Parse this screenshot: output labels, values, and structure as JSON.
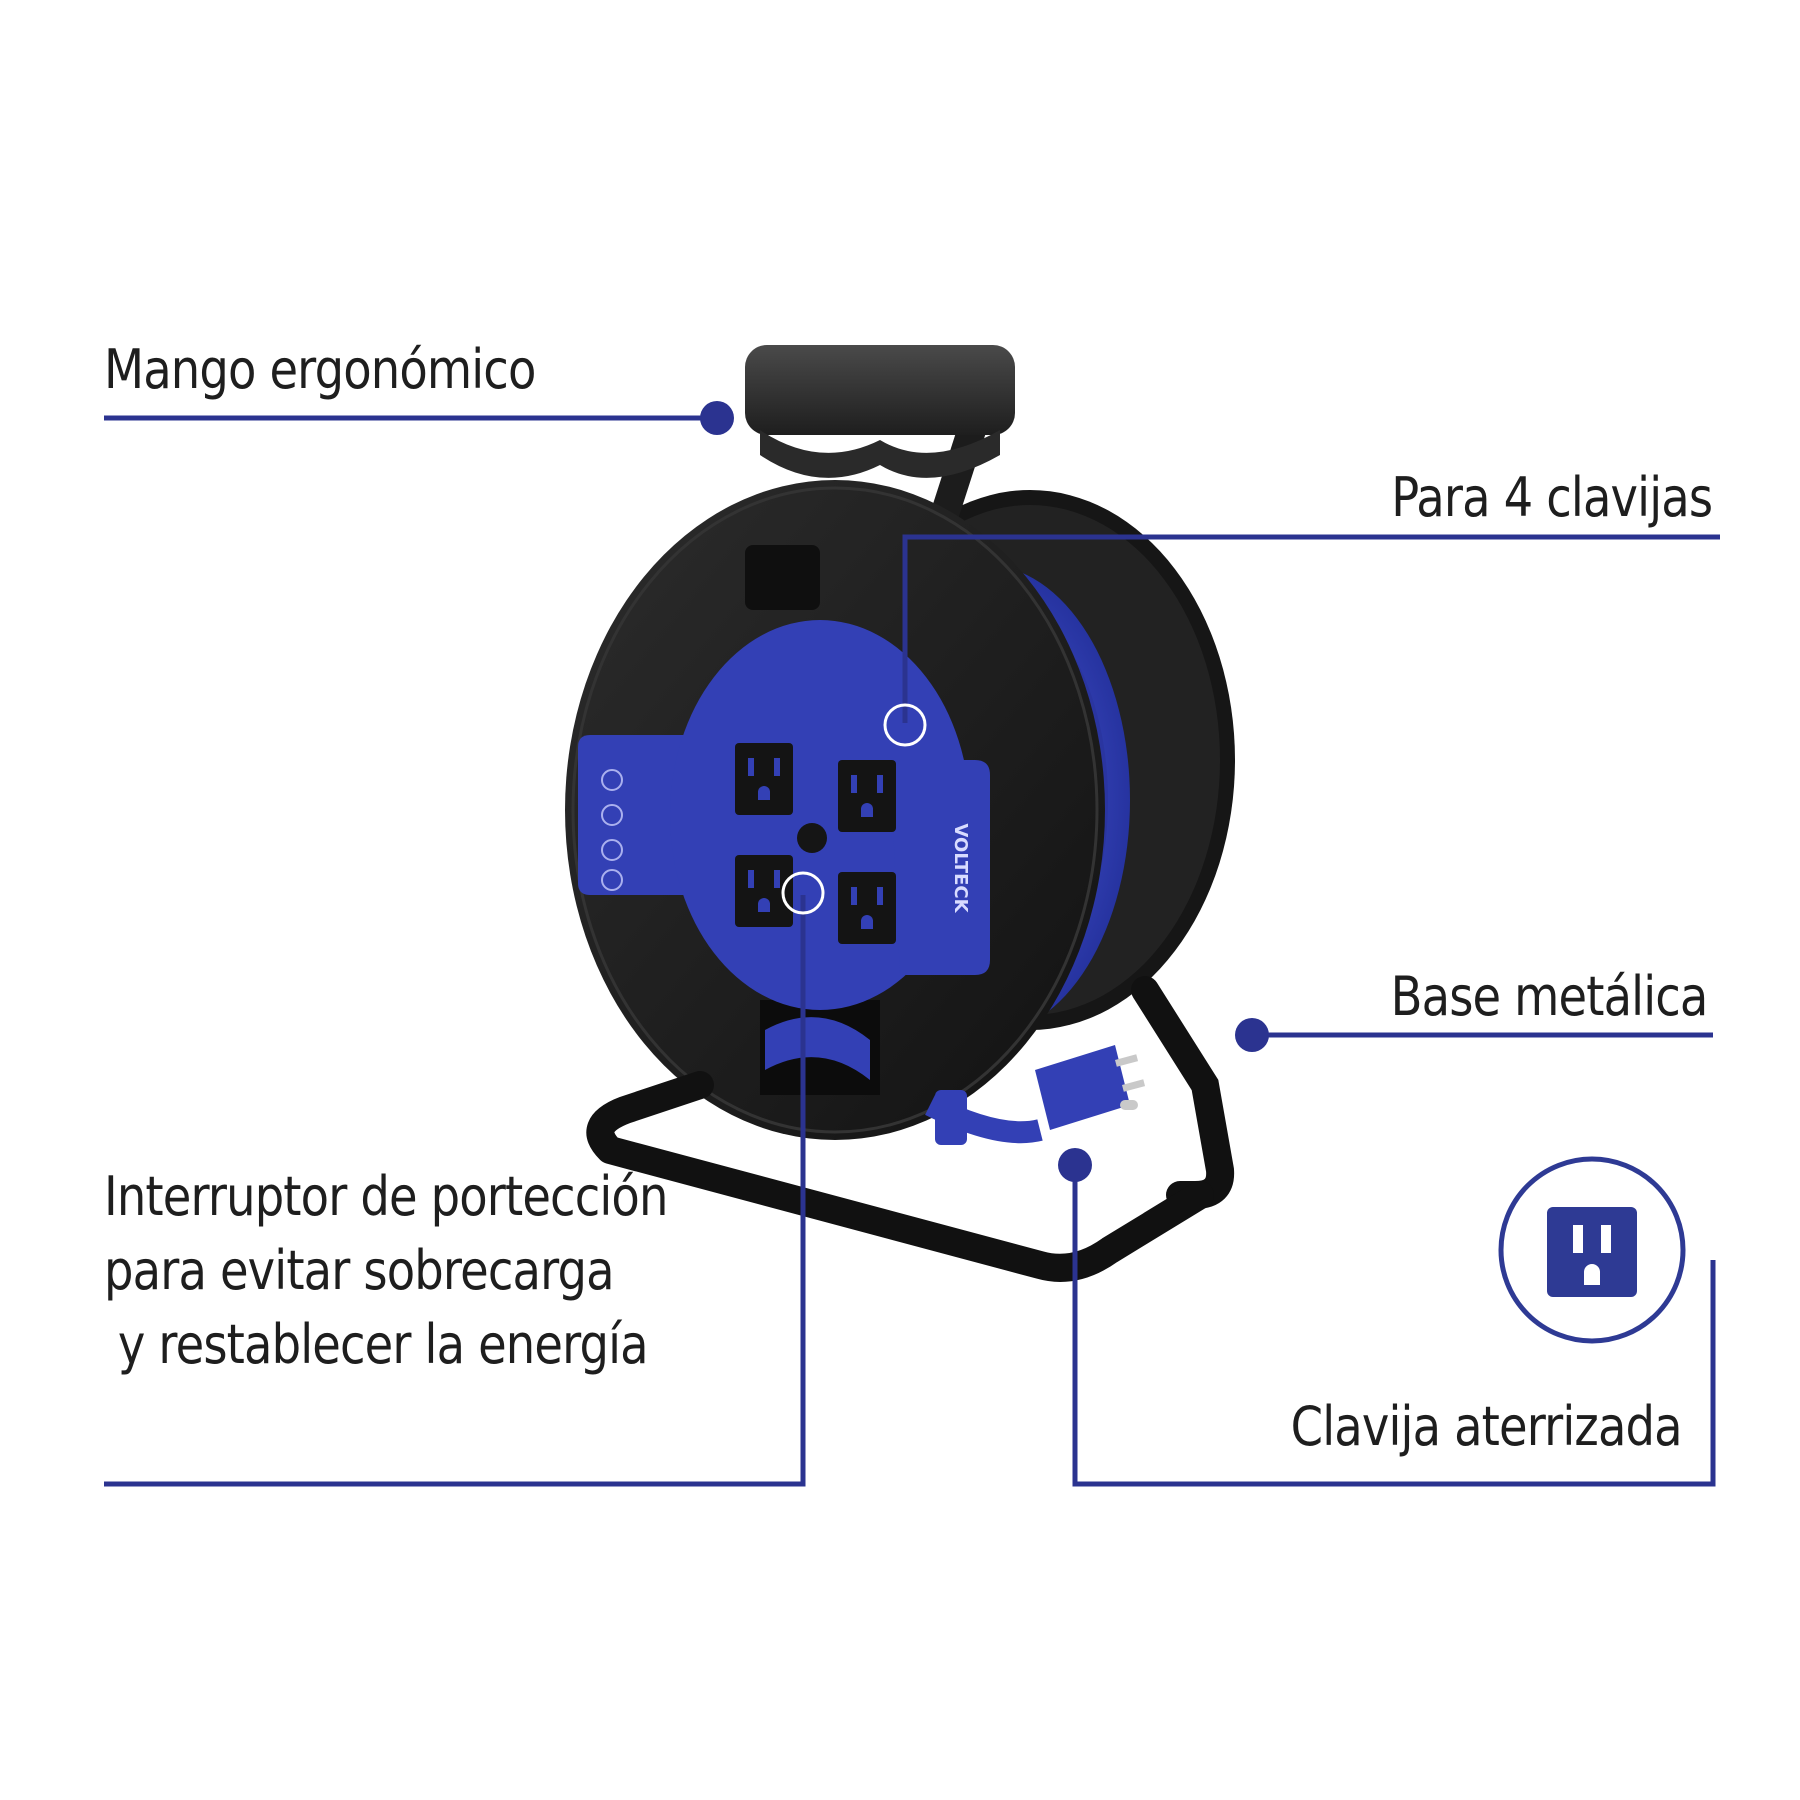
{
  "callouts": {
    "handle": "Mango ergonómico",
    "outlets": "Para 4 clavijas",
    "base": "Base metálica",
    "breaker": [
      "Interruptor de portección",
      "para evitar sobrecarga",
      " y restablecer la energía"
    ],
    "grounded": "Clavija aterrizada"
  },
  "product": {
    "brand": "VOLTECK"
  },
  "colors": {
    "callout_line": "#2b3390",
    "product_blue": "#3340b5",
    "reel_black": "#1a1a1a",
    "icon_blue": "#2e3a94"
  },
  "icons": {
    "grounded_outlet": "grounded-outlet-icon"
  }
}
